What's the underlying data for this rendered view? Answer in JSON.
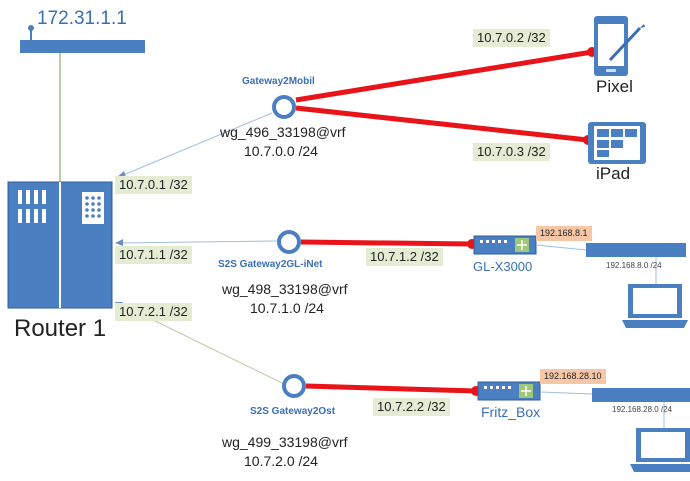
{
  "top_network": {
    "address": "172.31.1.1"
  },
  "router": {
    "name": "Router 1",
    "ports": [
      "10.7.0.1 /32",
      "10.7.1.1 /32",
      "10.7.2.1 /32"
    ]
  },
  "gateways": [
    {
      "name": "Gateway2Mobil",
      "iface": "wg_496_33198@vrf",
      "net": "10.7.0.0 /24"
    },
    {
      "name": "S2S Gateway2GL-iNet",
      "iface": "wg_498_33198@vrf",
      "net": "10.7.1.0 /24"
    },
    {
      "name": "S2S Gateway2Ost",
      "iface": "wg_499_33198@vrf",
      "net": "10.7.2.0 /24"
    }
  ],
  "peers": [
    {
      "device": "Pixel",
      "ip": "10.7.0.2 /32"
    },
    {
      "device": "iPad",
      "ip": "10.7.0.3 /32"
    },
    {
      "device": "GL-X3000",
      "ip": "10.7.1.2 /32",
      "lan_ip": "192.168.8.1",
      "lan_net": "192.168.8.0 /24"
    },
    {
      "device": "Fritz_Box",
      "ip": "10.7.2.2 /32",
      "lan_ip": "192.168.28.10",
      "lan_net": "192.168.28.0 /24"
    }
  ],
  "colors": {
    "tunnel": "#e8141a",
    "device_blue": "#4a7fc1",
    "label_green": "#e4ecd4",
    "label_orange": "#f6c7a6",
    "link_green": "#9bbf85"
  }
}
